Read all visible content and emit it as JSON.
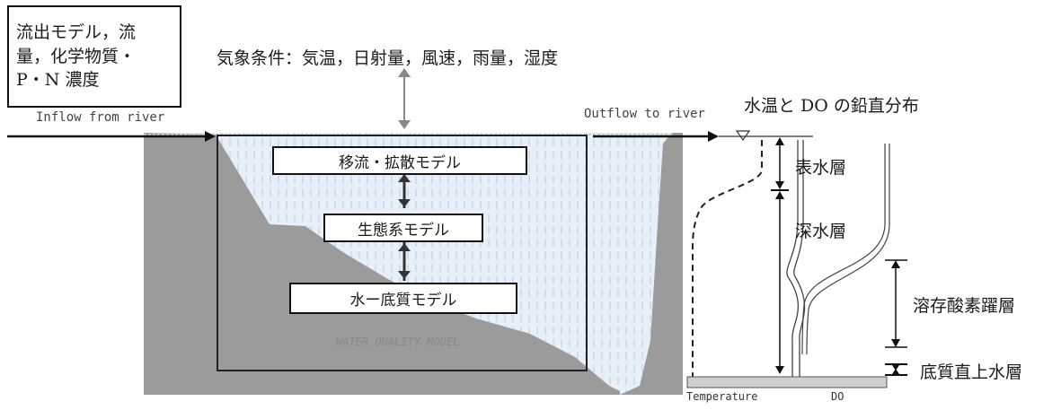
{
  "inputs_box": {
    "line1": "流出モデル，流",
    "line2": "量，化学物質・",
    "line3": "P・N 濃度"
  },
  "weather_label": "気象条件：気温，日射量，風速，雨量，湿度",
  "inflow_label": "Inflow from river",
  "outflow_label": "Outflow to river",
  "profile_title": "水温と DO の鉛直分布",
  "models": {
    "advection": "移流・拡散モデル",
    "ecosystem": "生態系モデル",
    "sediment": "水ー底質モデル"
  },
  "water_quality_label": "WATER QUALITY MODEL",
  "layers": {
    "surface": "表水層",
    "deep": "深水層",
    "oxycline": "溶存酸素躍層",
    "bottom": "底質直上水層"
  },
  "axis": {
    "temperature": "Temperature",
    "do": "DO"
  },
  "colors": {
    "water": "#e3edf6",
    "terrain": "#9b9b9b",
    "ink": "#111111"
  }
}
